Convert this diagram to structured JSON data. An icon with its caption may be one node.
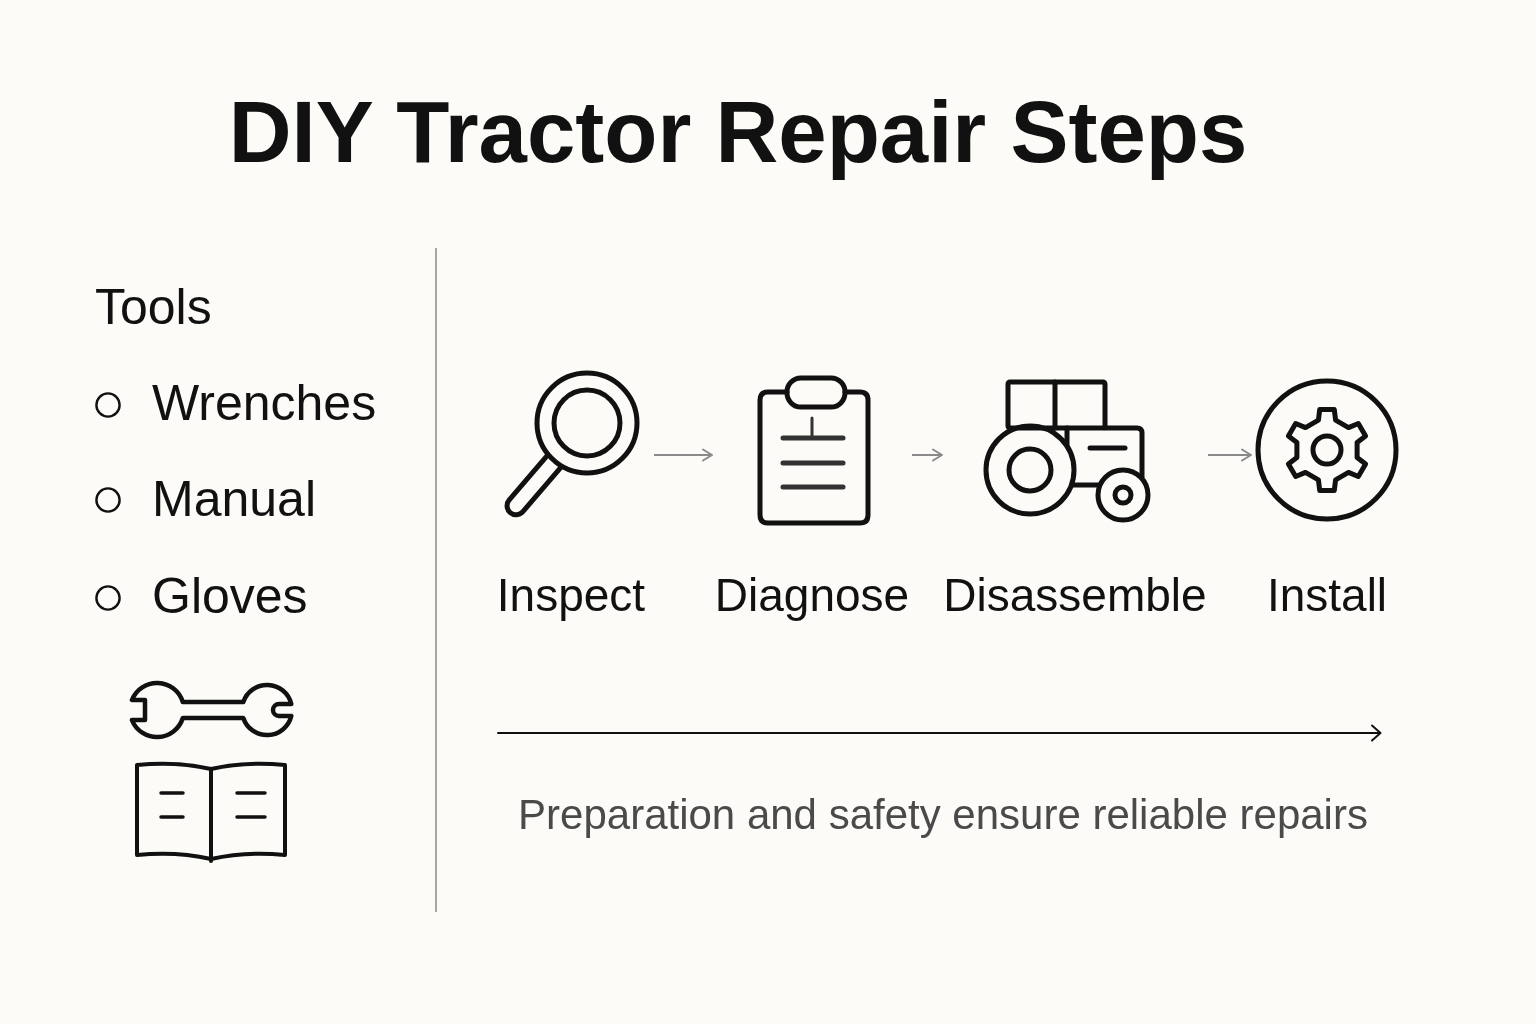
{
  "diagram": {
    "title": "DIY Tractor Repair Steps",
    "caption": "Preparation and safety ensure reliable repairs",
    "nodes": [
      {
        "text": [
          "Inspect"
        ]
      },
      {
        "text": [
          "Diagnose"
        ]
      },
      {
        "text": [
          "Disassemble"
        ]
      },
      {
        "text": [
          "Install"
        ]
      }
    ],
    "edges": [
      {
        "from": 0,
        "to": 1,
        "arrow": "to"
      },
      {
        "from": 1,
        "to": 2,
        "arrow": "to"
      },
      {
        "from": 2,
        "to": 3,
        "arrow": "to"
      }
    ],
    "labels": [
      "Tools",
      "Wrenches",
      "Manual",
      "Gloves"
    ]
  }
}
